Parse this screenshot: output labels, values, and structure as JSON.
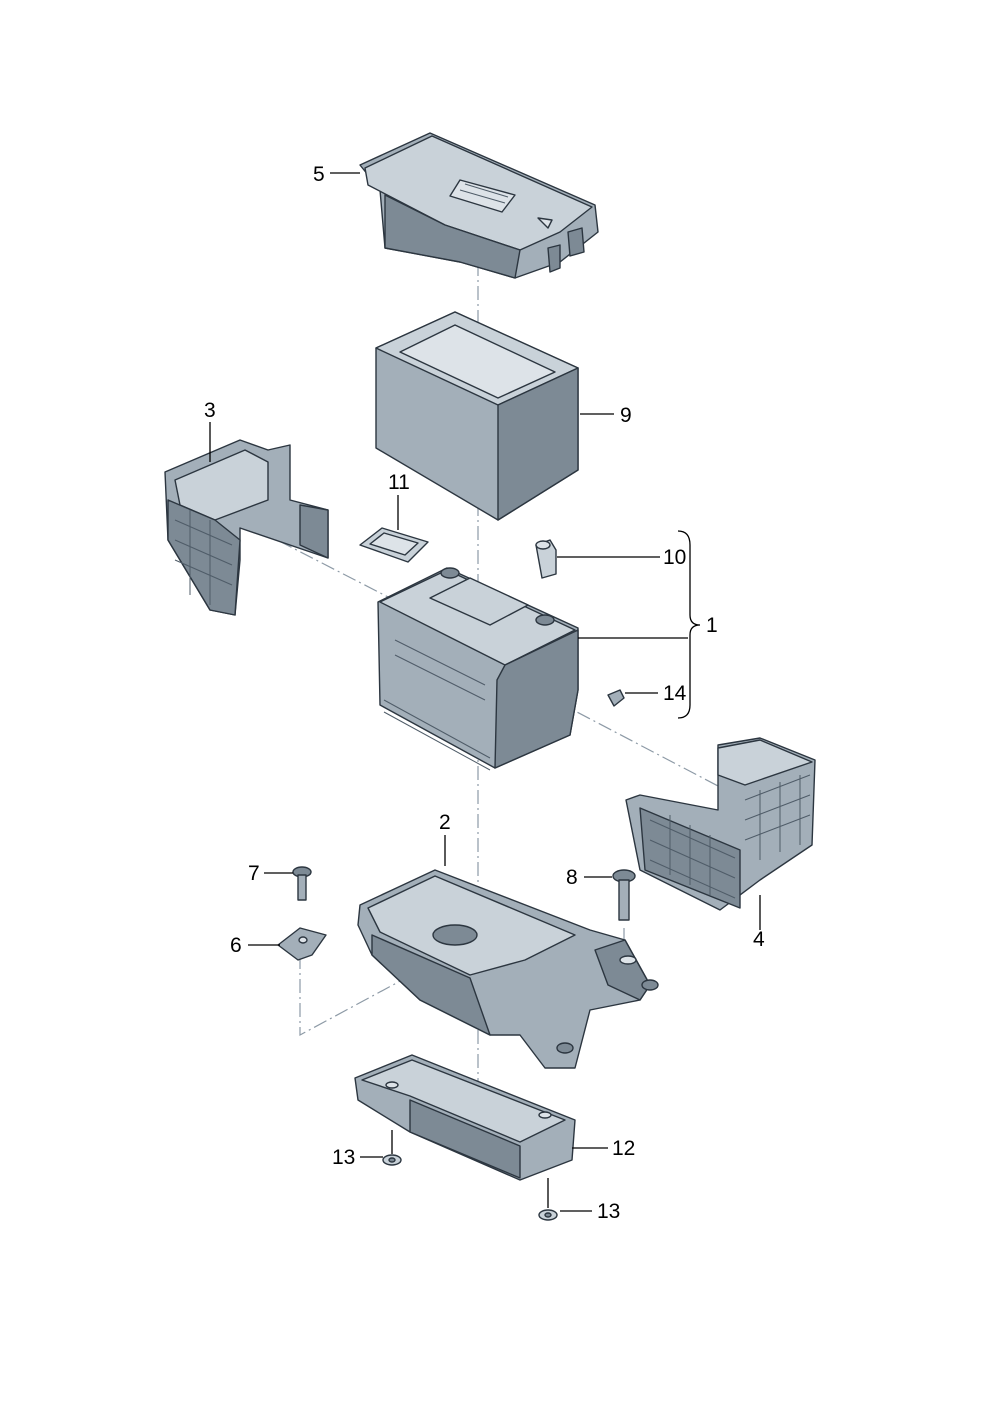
{
  "callouts": {
    "c1": "1",
    "c2": "2",
    "c3": "3",
    "c4": "4",
    "c5": "5",
    "c6": "6",
    "c7": "7",
    "c8": "8",
    "c9": "9",
    "c10": "10",
    "c11": "11",
    "c12": "12",
    "c13a": "13",
    "c13b": "13",
    "c14": "14"
  },
  "colors": {
    "part_outline": "#2c3640",
    "part_dark": "#7d8a95",
    "part_mid": "#a3afb9",
    "part_light": "#c9d2d9",
    "center_line": "#8d9aa6"
  }
}
